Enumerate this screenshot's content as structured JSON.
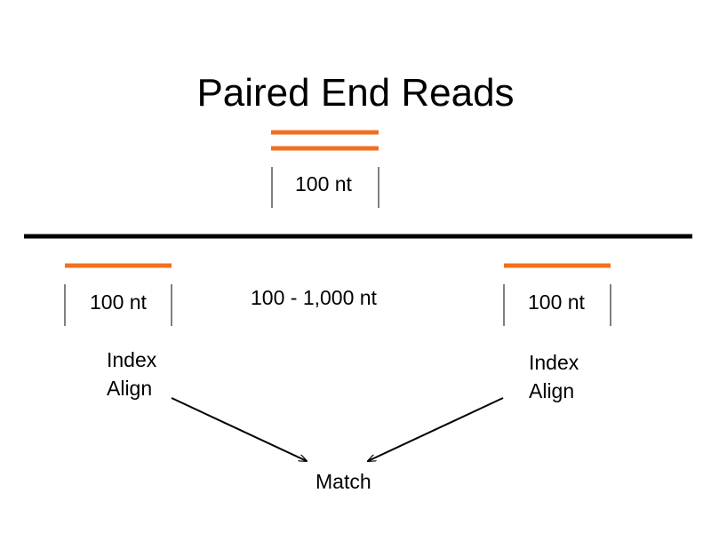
{
  "title": "Paired End Reads",
  "colors": {
    "read": "#f26f1c",
    "genome": "#000000",
    "text": "#000000",
    "background": "#ffffff"
  },
  "top_read": {
    "length_label": "100 nt"
  },
  "left_read": {
    "length_label": "100 nt",
    "steps": [
      "Index",
      "Align"
    ]
  },
  "right_read": {
    "length_label": "100 nt",
    "steps": [
      "Index",
      "Align"
    ]
  },
  "insert": {
    "length_label": "100 - 1,000 nt"
  },
  "result": {
    "label": "Match"
  }
}
